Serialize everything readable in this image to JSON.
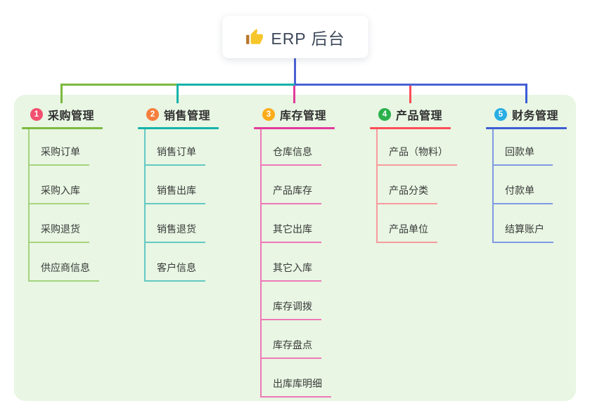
{
  "root": {
    "label": "ERP 后台",
    "icon": "thumbs-up-icon",
    "icon_color": "#f7c62a",
    "icon_cuff_color": "#b9762a",
    "text_color": "#3d4859"
  },
  "canvas": {
    "page_bg": "#ffffff",
    "panel_bg": "#e8f6e3",
    "root_connector_color": "#4a62d4"
  },
  "branches": [
    {
      "number": "1",
      "title": "采购管理",
      "badge_color": "#f2506e",
      "line_color": "#7cb93f",
      "child_line_color": "#a6d37f",
      "children": [
        "采购订单",
        "采购入库",
        "采购退货",
        "供应商信息"
      ]
    },
    {
      "number": "2",
      "title": "销售管理",
      "badge_color": "#f57e3e",
      "line_color": "#14b3a9",
      "child_line_color": "#63c9c3",
      "children": [
        "销售订单",
        "销售出库",
        "销售退货",
        "客户信息"
      ]
    },
    {
      "number": "3",
      "title": "库存管理",
      "badge_color": "#fbac19",
      "line_color": "#e23a9b",
      "child_line_color": "#ee79b7",
      "children": [
        "仓库信息",
        "产品库存",
        "其它出库",
        "其它入库",
        "库存调拨",
        "库存盘点",
        "出库库明细"
      ]
    },
    {
      "number": "4",
      "title": "产品管理",
      "badge_color": "#2cb14c",
      "line_color": "#fb4d57",
      "child_line_color": "#f99a9e",
      "children": [
        "产品（物料）",
        "产品分类",
        "产品单位"
      ]
    },
    {
      "number": "5",
      "title": "财务管理",
      "badge_color": "#28ade4",
      "line_color": "#3d5cd6",
      "child_line_color": "#8099e2",
      "children": [
        "回款单",
        "付款单",
        "结算账户"
      ]
    }
  ]
}
